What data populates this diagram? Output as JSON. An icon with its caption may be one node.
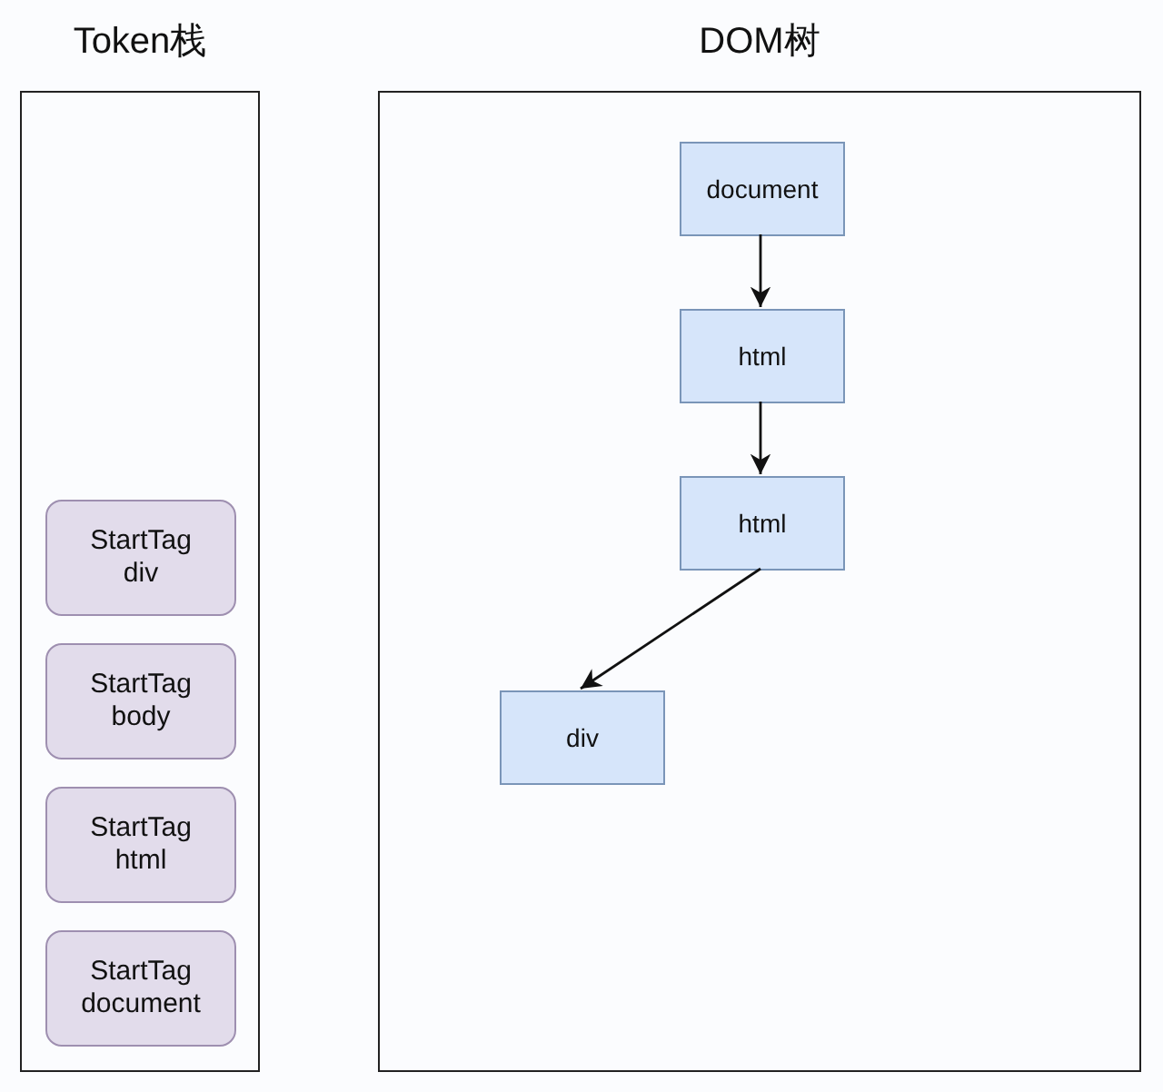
{
  "diagram": {
    "nodes": [
      {
        "text": [
          "Token栈"
        ]
      },
      {
        "text": [
          "StartTag div"
        ],
        "in": 0
      },
      {
        "text": [
          "StartTag body"
        ],
        "in": 0
      },
      {
        "text": [
          "StartTag html"
        ],
        "in": 0
      },
      {
        "text": [
          "StartTag document"
        ],
        "in": 0
      },
      {
        "text": [
          "DOM树"
        ]
      },
      {
        "text": [
          "document"
        ],
        "in": 5
      },
      {
        "text": [
          "html"
        ],
        "in": 5
      },
      {
        "text": [
          "html"
        ],
        "in": 5
      },
      {
        "text": [
          "div"
        ],
        "in": 5
      }
    ],
    "edges": [
      {
        "from": 6,
        "to": 7,
        "arrow": "to"
      },
      {
        "from": 7,
        "to": 8,
        "arrow": "to"
      },
      {
        "from": 8,
        "to": 9,
        "arrow": "to"
      }
    ]
  }
}
